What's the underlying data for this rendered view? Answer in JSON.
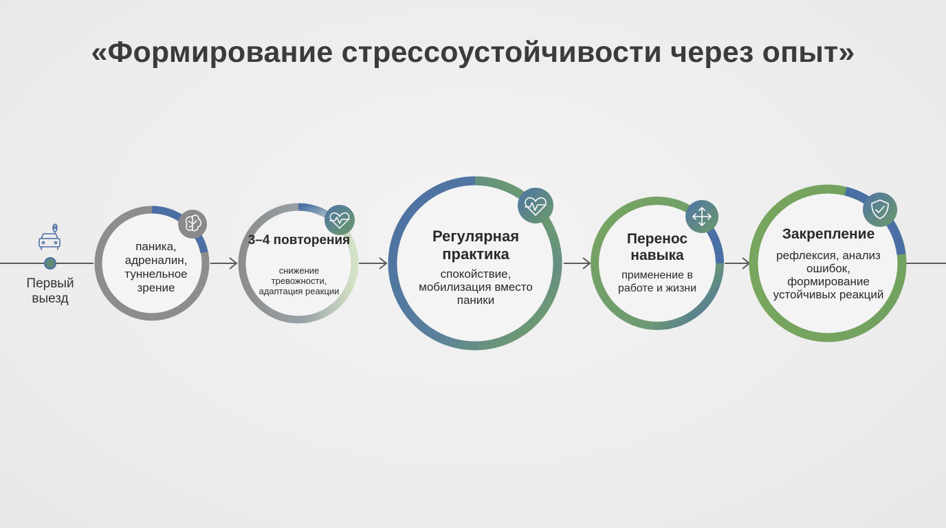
{
  "title": "«Формирование стрессоустойчивости через опыт»",
  "start": {
    "label": "Первый выезд",
    "icon": "car-location-icon"
  },
  "stages": [
    {
      "icon": "brain-icon",
      "heading": "",
      "body": "паника, адреналин, туннельное зрение"
    },
    {
      "icon": "heartbeat-icon",
      "heading": "3–4 повторения",
      "body": "снижение тревожности, адаптация реакции"
    },
    {
      "icon": "heart-pulse-icon",
      "heading": "Регулярная практика",
      "body": "спокойствие, мобилизация вместо паники"
    },
    {
      "icon": "transfer-arrows-icon",
      "heading": "Перенос навыка",
      "body": "применение в работе и жизни"
    },
    {
      "icon": "shield-check-icon",
      "heading": "Закрепление",
      "body": "рефлексия, анализ ошибок, формирование устойчивых реакций"
    }
  ],
  "colors": {
    "gray": "#8d8d8d",
    "blue": "#4a6fa5",
    "green": "#78a65f",
    "line": "#5b5b5b",
    "title": "#3b3b3b"
  }
}
